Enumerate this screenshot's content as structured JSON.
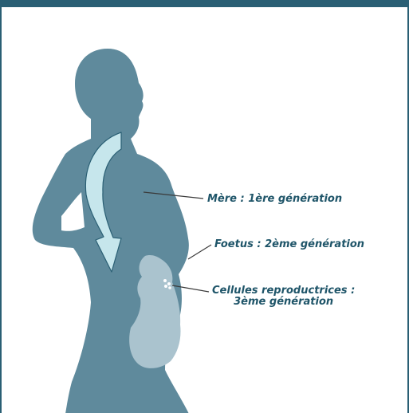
{
  "labels": {
    "mother": "Mère : 1ère génération",
    "fetus": "Foetus : 2ème génération",
    "cells_line1": "Cellules reproductrices :",
    "cells_line2": "3ème génération"
  },
  "colors": {
    "frame": "#2a5f74",
    "silhouette": "#5f8a9c",
    "fetus": "#aac3ce",
    "arrow": "#c6e6ec",
    "text": "#1f5569"
  }
}
